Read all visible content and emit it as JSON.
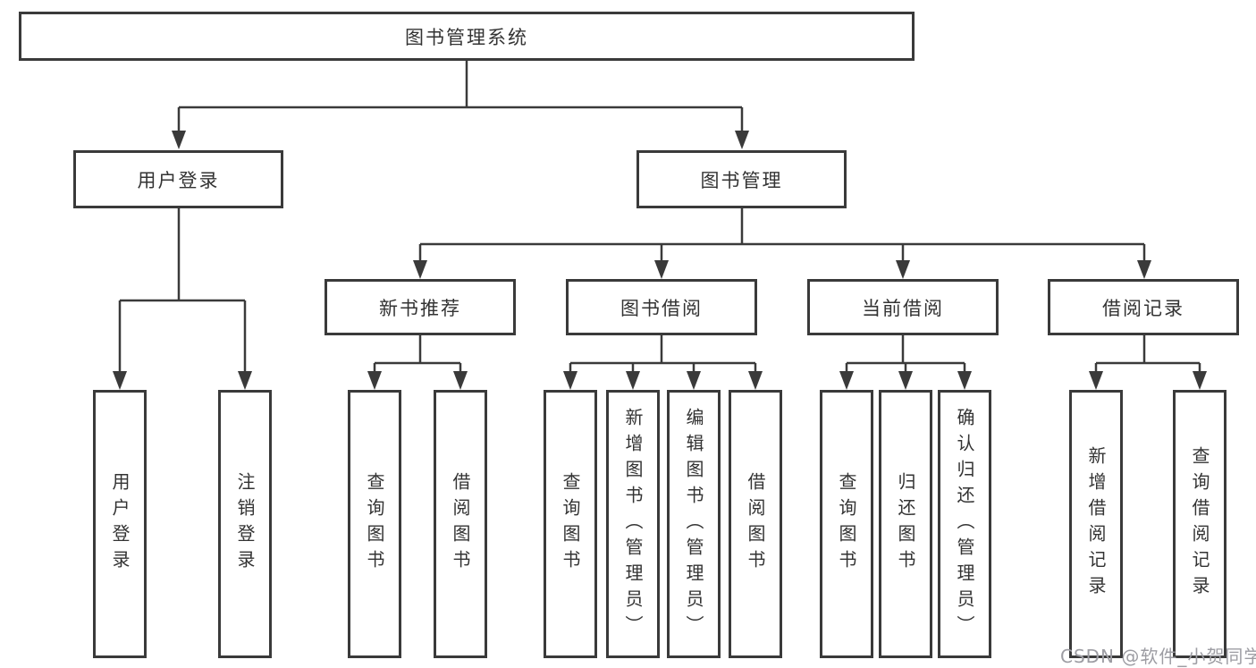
{
  "diagram": {
    "title_node": {
      "label": "图书管理系统"
    },
    "level2": [
      {
        "label": "用户登录"
      },
      {
        "label": "图书管理"
      }
    ],
    "level3": [
      {
        "label": "新书推荐"
      },
      {
        "label": "图书借阅"
      },
      {
        "label": "当前借阅"
      },
      {
        "label": "借阅记录"
      }
    ],
    "leaf_groups": [
      {
        "items": [
          {
            "label": "用户登录"
          },
          {
            "label": "注销登录"
          }
        ]
      },
      {
        "items": [
          {
            "label": "查询图书"
          },
          {
            "label": "借阅图书"
          }
        ]
      },
      {
        "items": [
          {
            "label": "查询图书"
          },
          {
            "label": "新增图书（管理员）"
          },
          {
            "label": "编辑图书（管理员）"
          },
          {
            "label": "借阅图书"
          }
        ]
      },
      {
        "items": [
          {
            "label": "查询图书"
          },
          {
            "label": "归还图书"
          },
          {
            "label": "确认归还（管理员）"
          }
        ]
      },
      {
        "items": [
          {
            "label": "新增借阅记录"
          },
          {
            "label": "查询借阅记录"
          }
        ]
      }
    ],
    "colors": {
      "box_border": "#3a3a3a",
      "connector_line": "#3a3a3a",
      "node_text": "#333333",
      "watermark_text": "#9d9da3"
    }
  },
  "watermark": {
    "text": "CSDN @软件_小贺同学"
  }
}
